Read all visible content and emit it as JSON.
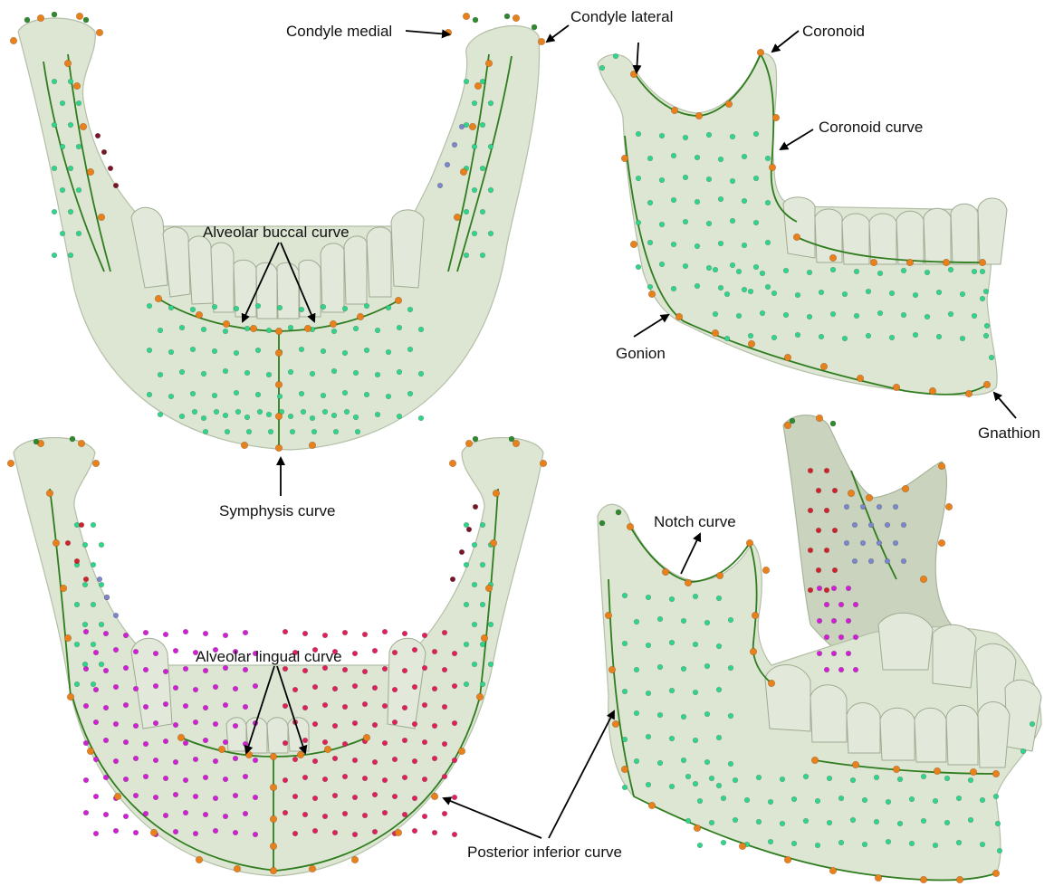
{
  "figure": {
    "description_labels": {
      "condyle_medial": "Condyle medial",
      "condyle_lateral": "Condyle lateral",
      "coronoid": "Coronoid",
      "coronoid_curve": "Coronoid curve",
      "alveolar_buccal_curve": "Alveolar buccal curve",
      "gonion": "Gonion",
      "gnathion": "Gnathion",
      "symphysis_curve": "Symphysis curve",
      "notch_curve": "Notch curve",
      "alveolar_lingual_curve": "Alveolar lingual curve",
      "posterior_inferior_curve": "Posterior inferior curve"
    },
    "colors": {
      "bone": "#dde5d3",
      "curve": "#2f7d1e",
      "landmark_orange": "#e8801c",
      "semilandmark_green": "#2fd68a",
      "dark_green": "#2f8a2f",
      "red": "#d0222c",
      "magenta": "#d21fd6",
      "crimson": "#e0205a",
      "periwinkle": "#7d86cc",
      "maroon": "#7a1528"
    }
  }
}
